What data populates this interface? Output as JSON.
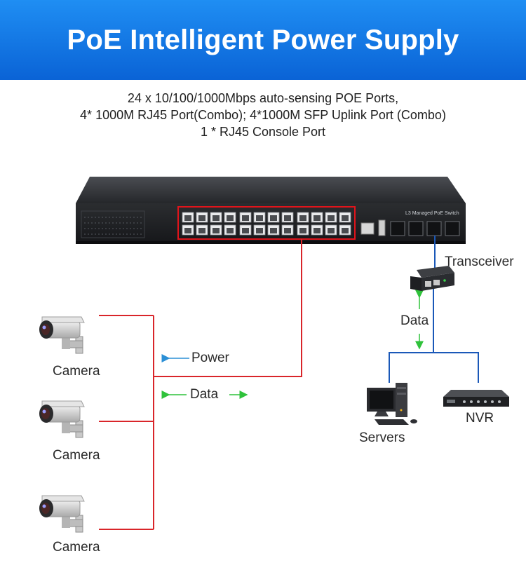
{
  "title": "PoE Intelligent Power Supply",
  "specs": [
    "24 x 10/100/1000Mbps auto-sensing POE Ports,",
    "4* 1000M RJ45 Port(Combo); 4*1000M SFP Uplink Port (Combo)",
    "1 * RJ45 Console Port"
  ],
  "switch": {
    "model_label": "L3 Managed PoE Switch",
    "poe_port_count": 24,
    "sfp_port_count": 4
  },
  "devices": {
    "transceiver": "Transceiver",
    "nvr": "NVR",
    "servers": "Servers",
    "cameras": [
      "Camera",
      "Camera",
      "Camera"
    ]
  },
  "legend": {
    "power": "Power",
    "data": "Data"
  },
  "uplink_data_label": "Data",
  "colors": {
    "banner": "#0a63d6",
    "power_line": "#d9252a",
    "uplink_line": "#1a58b8",
    "power_arrow": "#2b8fd6",
    "data_arrow": "#2fc23b",
    "highlight": "#e0141b"
  }
}
